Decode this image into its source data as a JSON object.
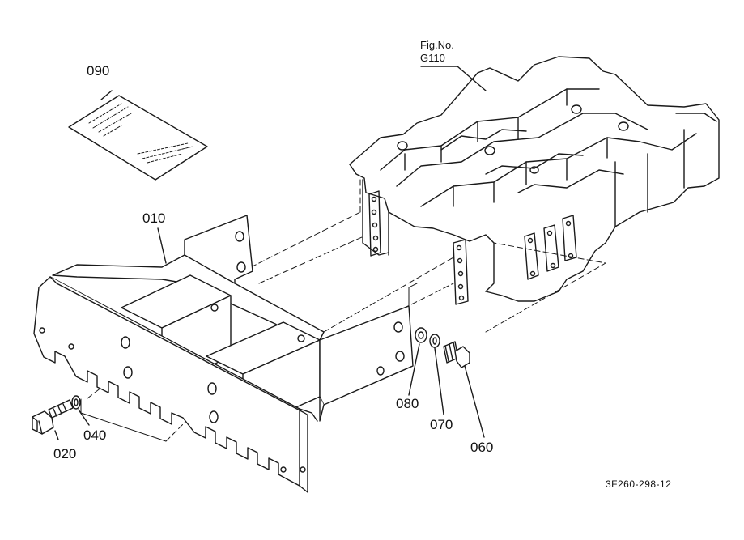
{
  "figure_ref": {
    "line1": "Fig.No.",
    "line2": "G110"
  },
  "parts": [
    {
      "number": "090",
      "description": ""
    },
    {
      "number": "010",
      "description": ""
    },
    {
      "number": "020",
      "description": ""
    },
    {
      "number": "040",
      "description": ""
    },
    {
      "number": "080",
      "description": ""
    },
    {
      "number": "070",
      "description": ""
    },
    {
      "number": "060",
      "description": ""
    }
  ],
  "drawing_code": "3F260-298-12",
  "colors": {
    "line": "#1a1a1a",
    "background": "#ffffff"
  }
}
